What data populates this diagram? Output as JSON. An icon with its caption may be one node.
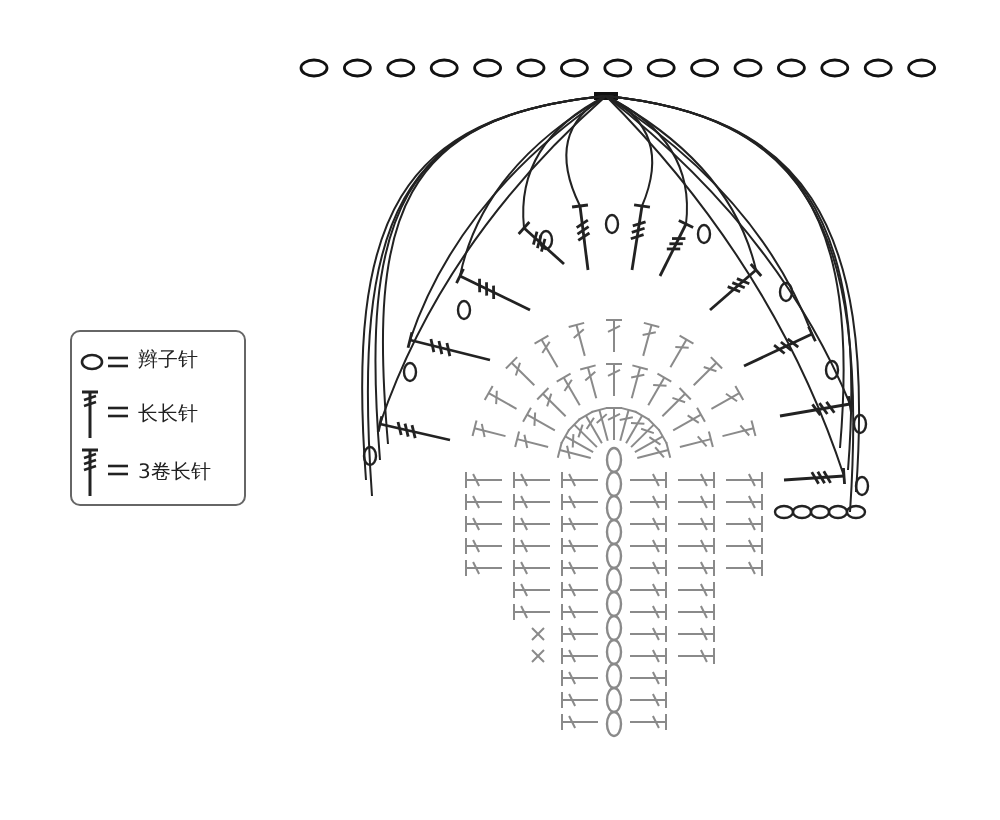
{
  "diagram": {
    "legend": [
      {
        "text": "辫子针"
      },
      {
        "text": "长长针"
      },
      {
        "text": "3卷长针"
      }
    ]
  }
}
